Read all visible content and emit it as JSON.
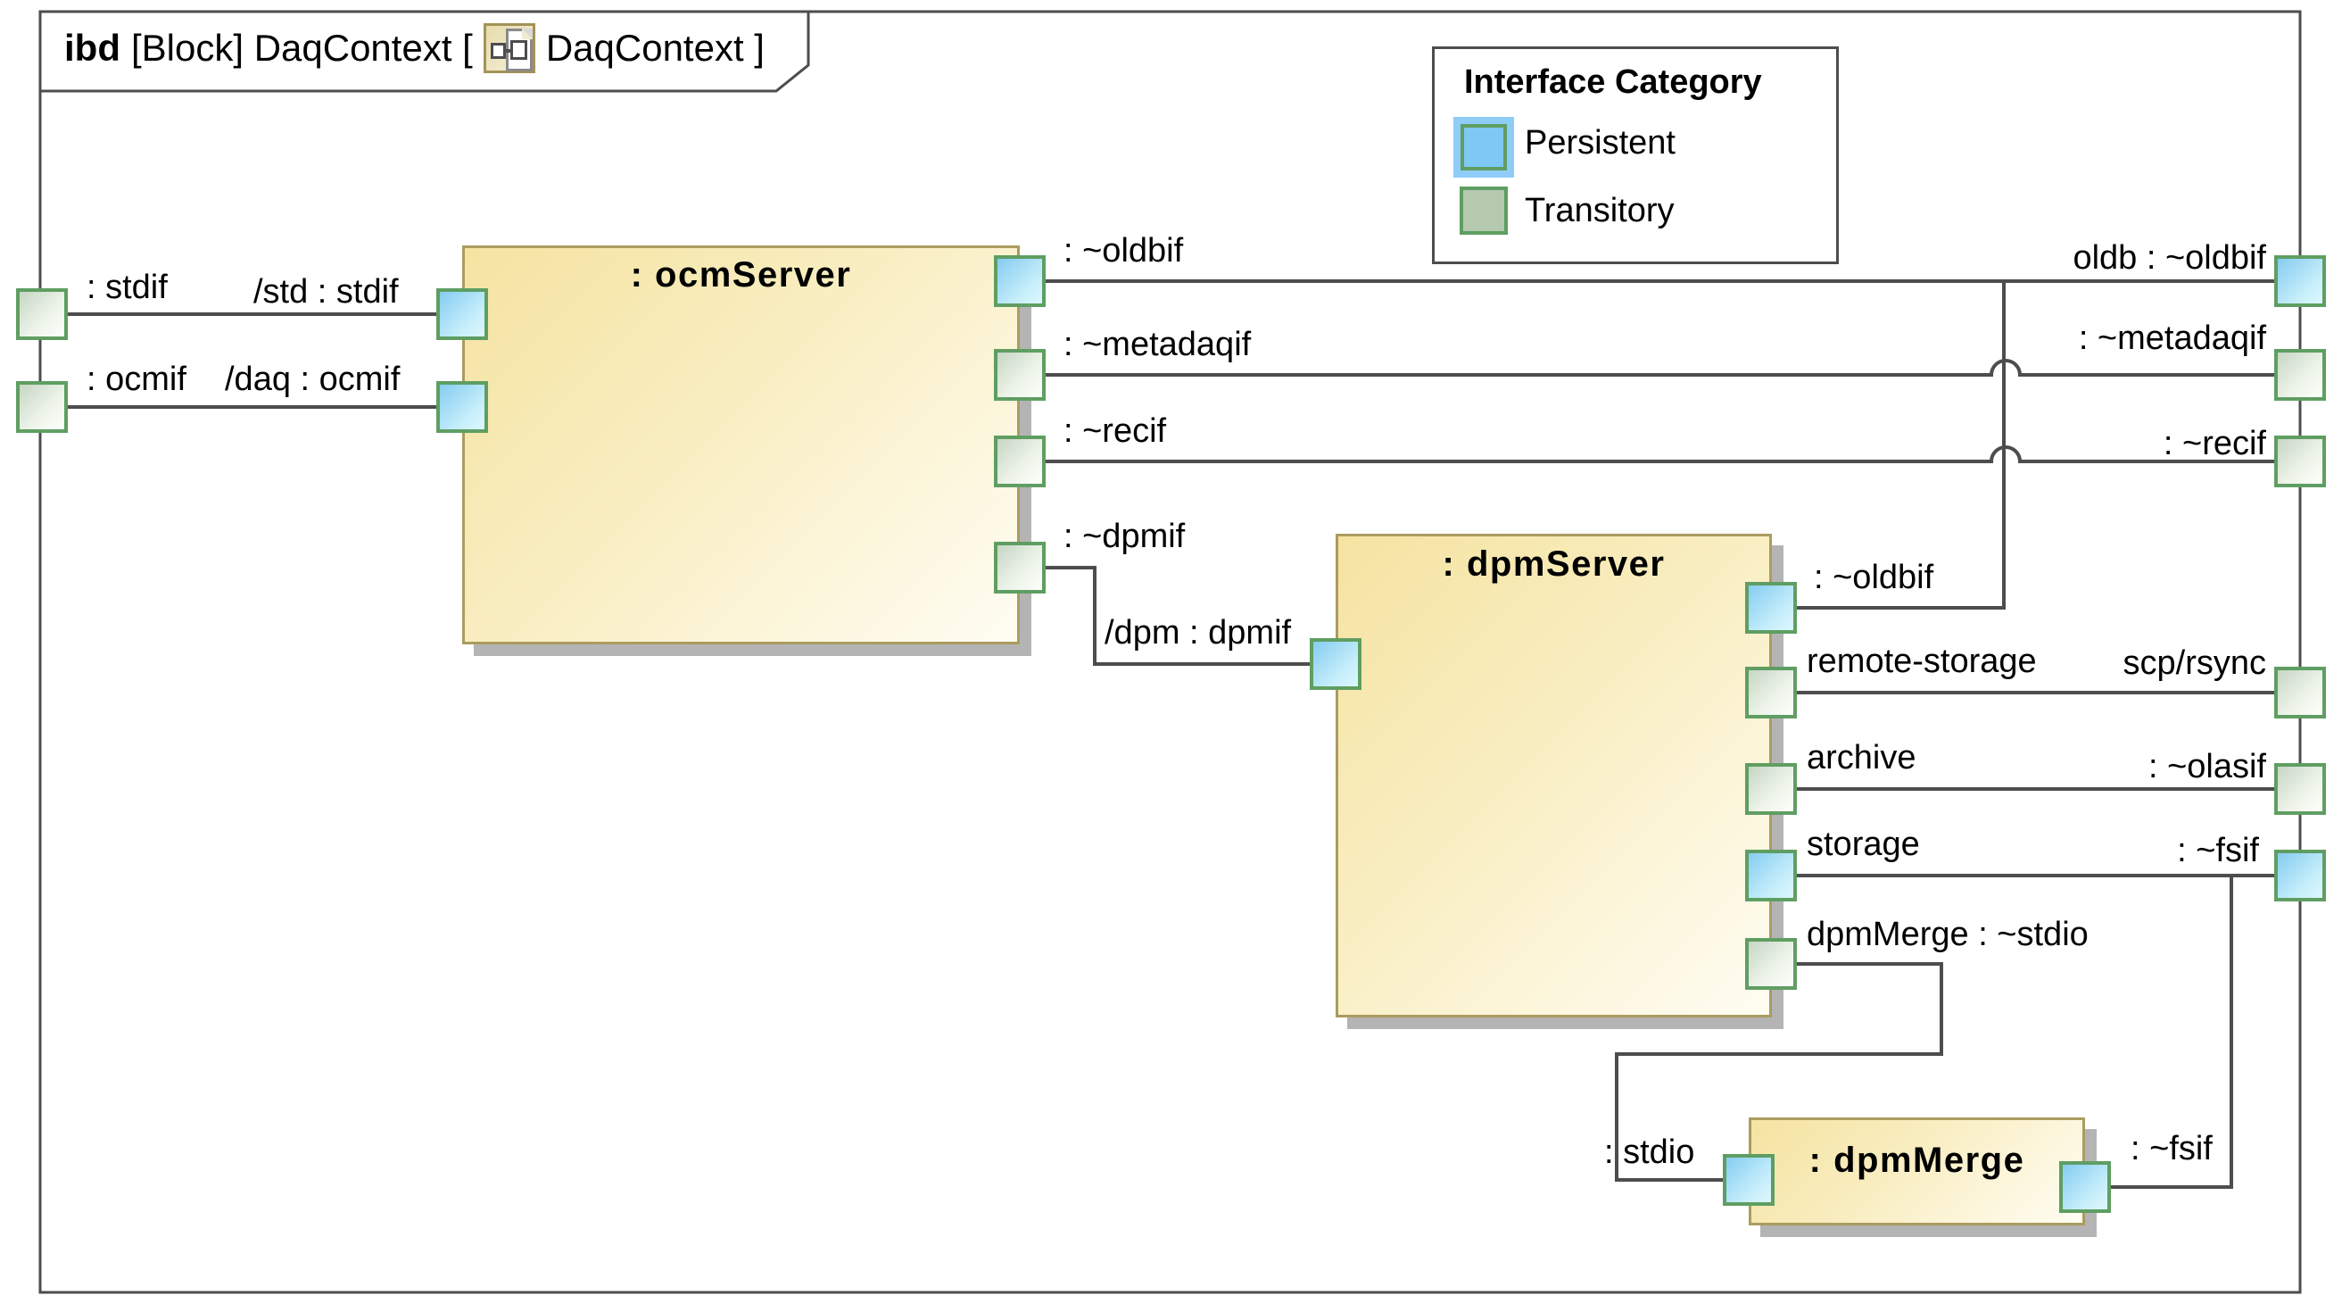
{
  "diagram": {
    "tab": {
      "keyword": "ibd",
      "context": "[Block] DaqContext [",
      "diagram_name": "DaqContext ]"
    },
    "legend": {
      "title": "Interface Category",
      "items": [
        {
          "label": "Persistent",
          "category": "persistent"
        },
        {
          "label": "Transitory",
          "category": "transitory"
        }
      ]
    },
    "blocks": {
      "ocm_server": ": ocmServer",
      "dpm_server": ": dpmServer",
      "dpm_merge": ": dpmMerge"
    },
    "labels": {
      "stdif": ": stdif",
      "std_part": "/std : stdif",
      "ocmif": ": ocmif",
      "daq_part": "/daq : ocmif",
      "oldbif_ocm": ": ~oldbif",
      "metadaqif_ocm": ": ~metadaqif",
      "recif_ocm": ": ~recif",
      "dpmif_ocm": ": ~dpmif",
      "dpm_part": "/dpm : dpmif",
      "oldbif_dpm": ": ~oldbif",
      "remote_storage": "remote-storage",
      "scp_rsync": "scp/rsync",
      "archive": "archive",
      "olasif": ": ~olasif",
      "storage": "storage",
      "fsif_frame": ": ~fsif",
      "dpm_merge_stdio": "dpmMerge : ~stdio",
      "stdio": ": stdio",
      "fsif_merge": ": ~fsif",
      "oldb": "oldb : ~oldbif",
      "metadaqif_frame": ": ~metadaqif",
      "recif_frame": ": ~recif"
    },
    "colors": {
      "persistent": "#7ec8f3",
      "transitory": "#b5c9af",
      "port_border": "#5f9e62",
      "block_border": "#ab9c5f",
      "block_fill": "#f5e3a1",
      "line": "#4d4d4d"
    }
  }
}
